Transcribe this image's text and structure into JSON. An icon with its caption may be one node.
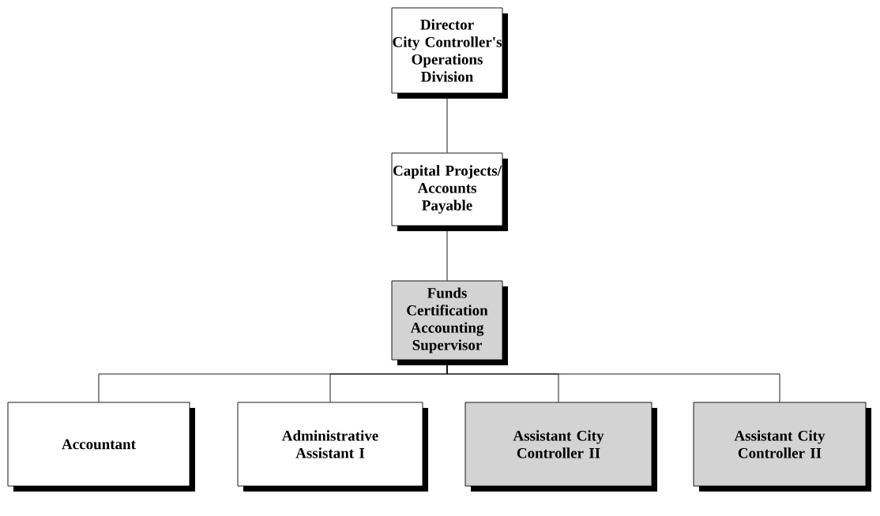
{
  "diagram": {
    "nodes": [
      {
        "text": [
          "Director",
          "City Controller's Operations Division"
        ]
      },
      {
        "text": [
          "Capital Projects/ Accounts Payable"
        ]
      },
      {
        "text": [
          "Funds Certification Accounting Supervisor"
        ]
      },
      {
        "text": [
          "Accountant"
        ]
      },
      {
        "text": [
          "Administrative Assistant I"
        ]
      },
      {
        "text": [
          "Assistant City Controller II"
        ]
      },
      {
        "text": [
          "Assistant City Controller II"
        ]
      }
    ],
    "edges": [
      {
        "from": 0,
        "to": 1,
        "arrow": "none"
      },
      {
        "from": 1,
        "to": 2,
        "arrow": "none"
      },
      {
        "from": 2,
        "to": 3,
        "arrow": "none"
      },
      {
        "from": 2,
        "to": 4,
        "arrow": "none"
      },
      {
        "from": 2,
        "to": 5,
        "arrow": "none"
      },
      {
        "from": 2,
        "to": 6,
        "arrow": "none"
      }
    ]
  }
}
